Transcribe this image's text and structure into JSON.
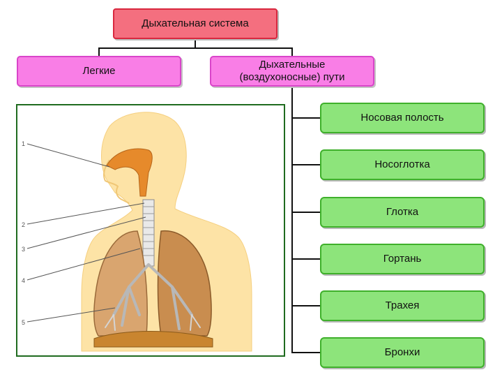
{
  "root": {
    "label": "Дыхательная система"
  },
  "branches": {
    "lungs": "Легкие",
    "airways": "Дыхательные\n(воздухоносные) пути"
  },
  "airway_parts": [
    "Носовая полость",
    "Носоглотка",
    "Глотка",
    "Гортань",
    "Трахея",
    "Бронхи"
  ],
  "figure": {
    "callouts": [
      "1",
      "2",
      "3",
      "4",
      "5"
    ]
  }
}
